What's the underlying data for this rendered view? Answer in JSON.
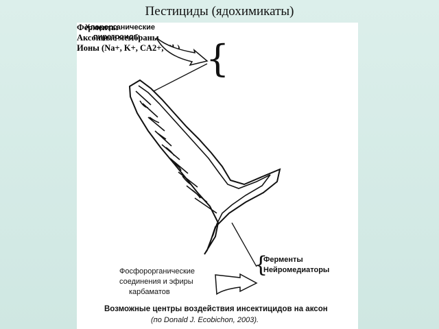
{
  "title": "Пестициды (ядохимикаты)",
  "top_source": {
    "line1": "Хлорорганические",
    "line2": "пиретроиды"
  },
  "top_targets": [
    "Ферменты",
    "Аксонные мембраны",
    "Ионы (Na+, K+, CA2+, Cl-)"
  ],
  "bottom_source": {
    "line1": "Фосфорорганические",
    "line2": "соединения и эфиры",
    "line3": "карбаматов"
  },
  "bottom_targets": [
    "Ферменты",
    "Нейромедиаторы"
  ],
  "caption": "Возможные центры воздействия инсектицидов на аксон",
  "citation": "(по Donald J. Ecobichon, 2003)."
}
